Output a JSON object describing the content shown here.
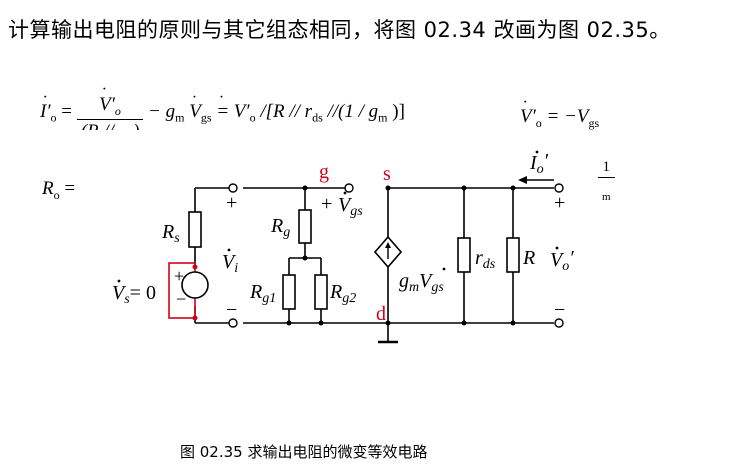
{
  "intro_text": "计算输出电阻的原则与其它组态相同，将图 02.34 改画为图 02.35。",
  "caption": "图 02.35  求输出电阻的微变等效电路",
  "equations": {
    "io_lhs": "I′",
    "io_sub": "o",
    "frac_num": "V′",
    "frac_num_sub": "o",
    "frac_den": "(R // ...)",
    "mid_expr": "− g",
    "mid_sub": "m",
    "vgs": "V",
    "vgs_sub": "gs",
    "eq_rhs": "= V′",
    "eq_rhs_sub": "o",
    "bracket": "/[R // r",
    "bracket_sub": "ds",
    "bracket_tail": "//(1 / g",
    "bracket_tail_sub": "m",
    "bracket_end": ")]",
    "vo_eq": "V′",
    "vo_eq_sub": "o",
    "vo_eq_rhs": "= −V",
    "vo_eq_rhs_sub": "gs",
    "ro_label": "R",
    "ro_sub": "o",
    "ro_eq": "=",
    "right_frac_num": "1",
    "right_frac_den": "m"
  },
  "circuit": {
    "node_g": "g",
    "node_s": "s",
    "node_d": "d",
    "rs": "R",
    "rs_sub": "s",
    "rg": "R",
    "rg_sub": "g",
    "rg1": "R",
    "rg1_sub": "g1",
    "rg2": "R",
    "rg2_sub": "g2",
    "vi": "V",
    "vi_sub": "i",
    "vs": "V",
    "vs_sub": "s",
    "vs_eq": "= 0",
    "vgs_label": "V",
    "vgs_label_sub": "gs",
    "src_label": "g",
    "src_label_sub": "m",
    "src_v": "V",
    "src_v_sub": "gs",
    "rds": "r",
    "rds_sub": "ds",
    "r_load": "R",
    "vo": "V",
    "vo_sub": "o",
    "vo_prime": "′",
    "io": "I",
    "io_sub": "o",
    "io_prime": "′",
    "plus": "+",
    "minus": "−"
  },
  "colors": {
    "node_label": "#d0021b",
    "source_box": "#d0021b",
    "wire": "#000000"
  }
}
